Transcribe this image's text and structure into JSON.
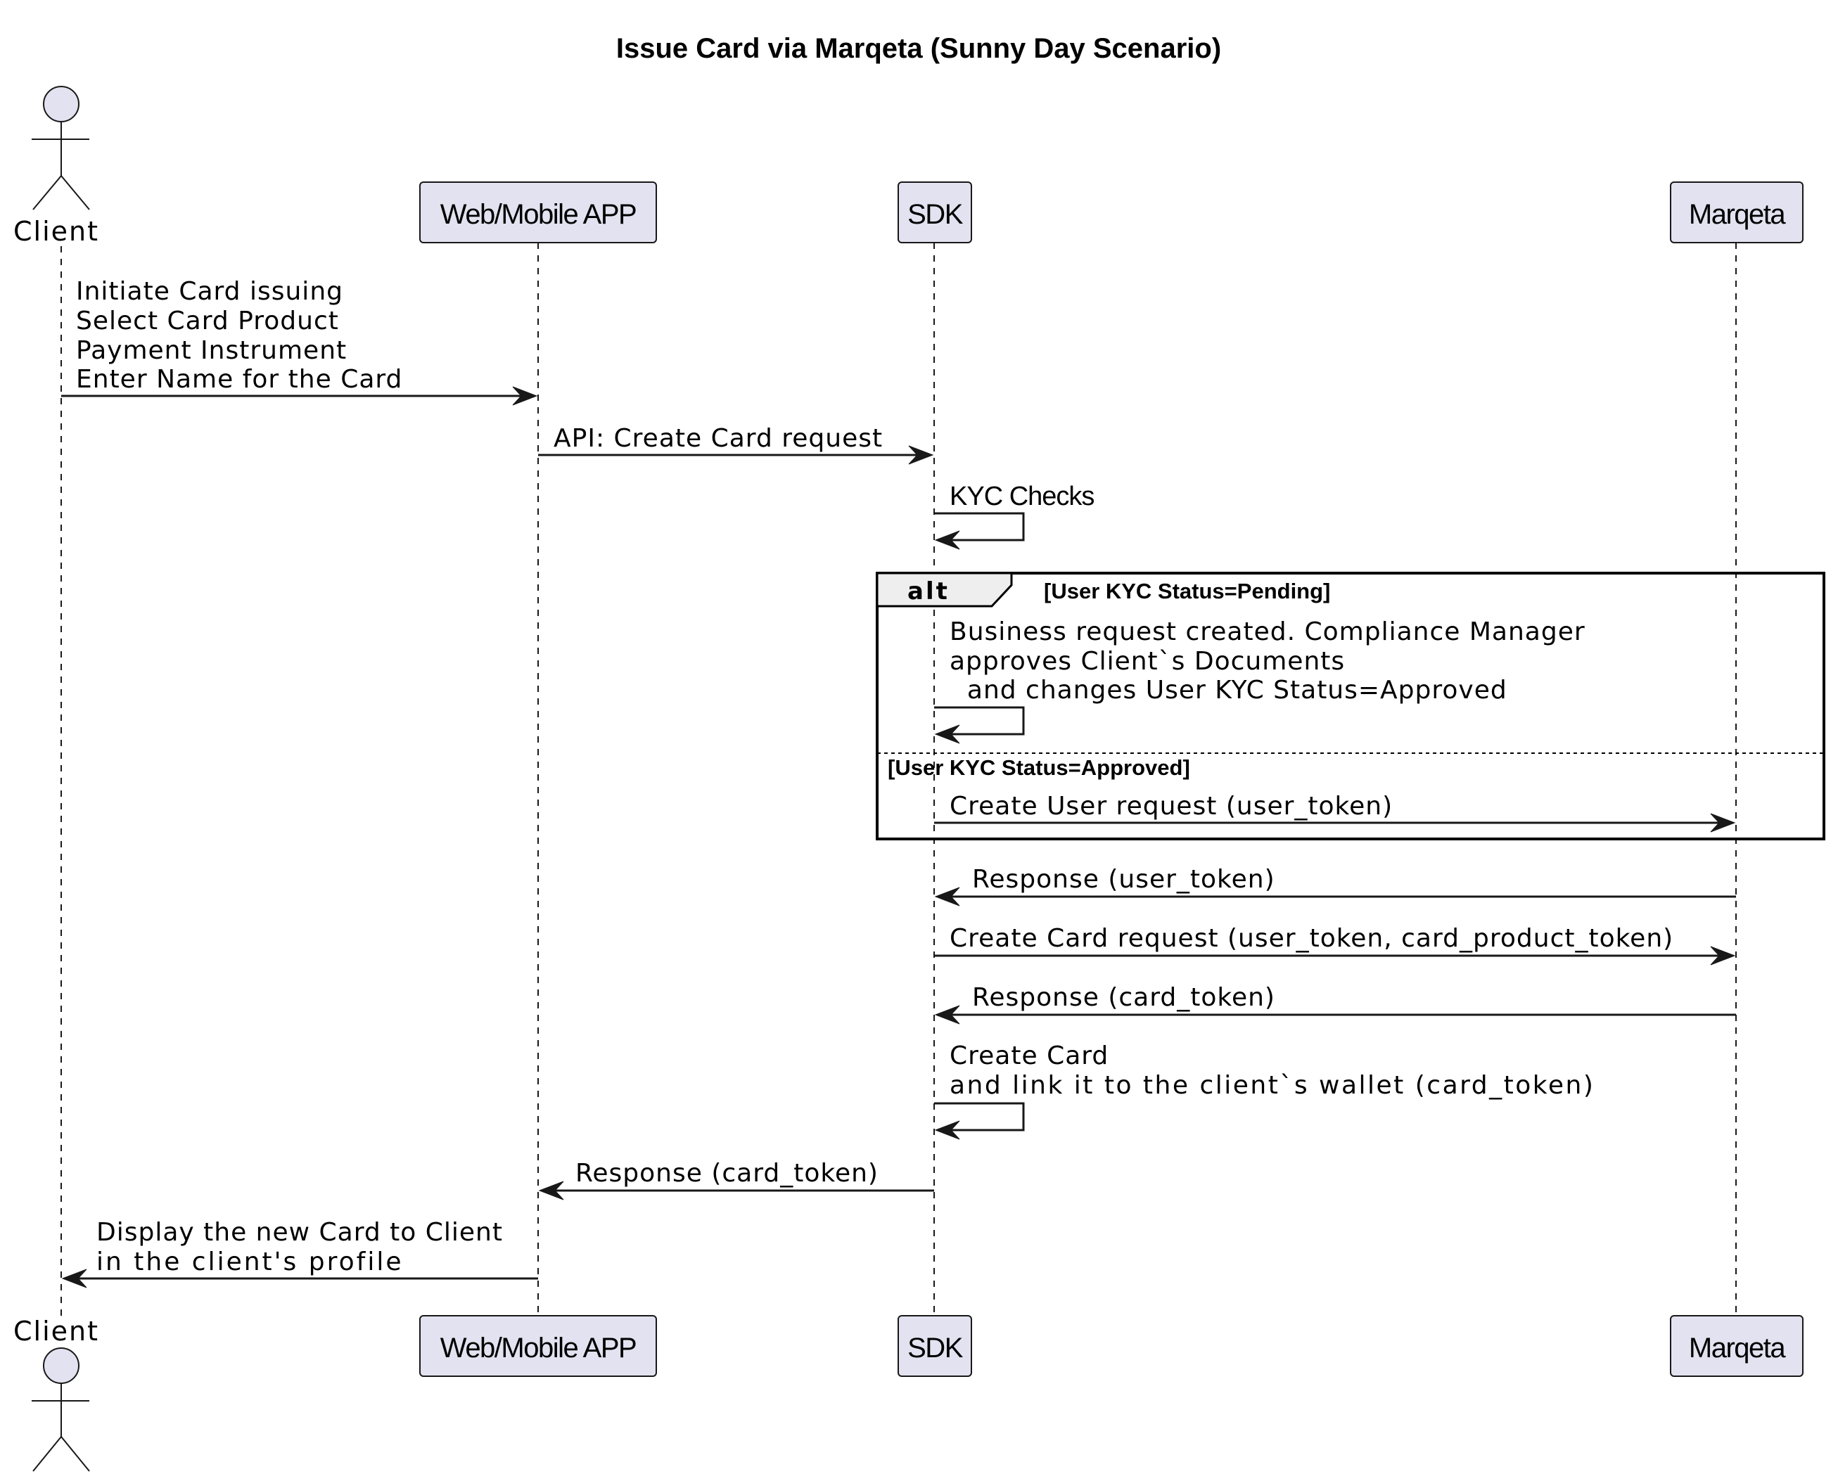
{
  "title": "Issue Card via Marqeta (Sunny Day Scenario)",
  "participants": {
    "client": "Client",
    "app": "Web/Mobile APP",
    "sdk": "SDK",
    "marqeta": "Marqeta"
  },
  "messages": {
    "m1": [
      "Initiate Card issuing",
      "Select Card Product",
      "Payment Instrument",
      "Enter Name for the Card"
    ],
    "m2": [
      "API: Create Card request"
    ],
    "m3": [
      "KYC Checks"
    ],
    "m4": [
      "Business request created. Compliance Manager",
      "approves Client`s Documents",
      "  and changes User KYC Status=Approved"
    ],
    "m5": [
      "Create User request (user_token)"
    ],
    "m6": [
      "Response (user_token)"
    ],
    "m7": [
      "Create Card request (user_token, card_product_token)"
    ],
    "m8": [
      "Response (card_token)"
    ],
    "m9": [
      "Create Card",
      "and link it to the client`s wallet (card_token)"
    ],
    "m10": [
      "Response (card_token)"
    ],
    "m11": [
      "Display the new Card to Client",
      "in the client's profile"
    ]
  },
  "fragment": {
    "type": "alt",
    "guard1": "[User KYC Status=Pending]",
    "guard2": "[User KYC Status=Approved]"
  },
  "colors": {
    "participant_fill": "#e2e2f0",
    "line": "#181818"
  }
}
